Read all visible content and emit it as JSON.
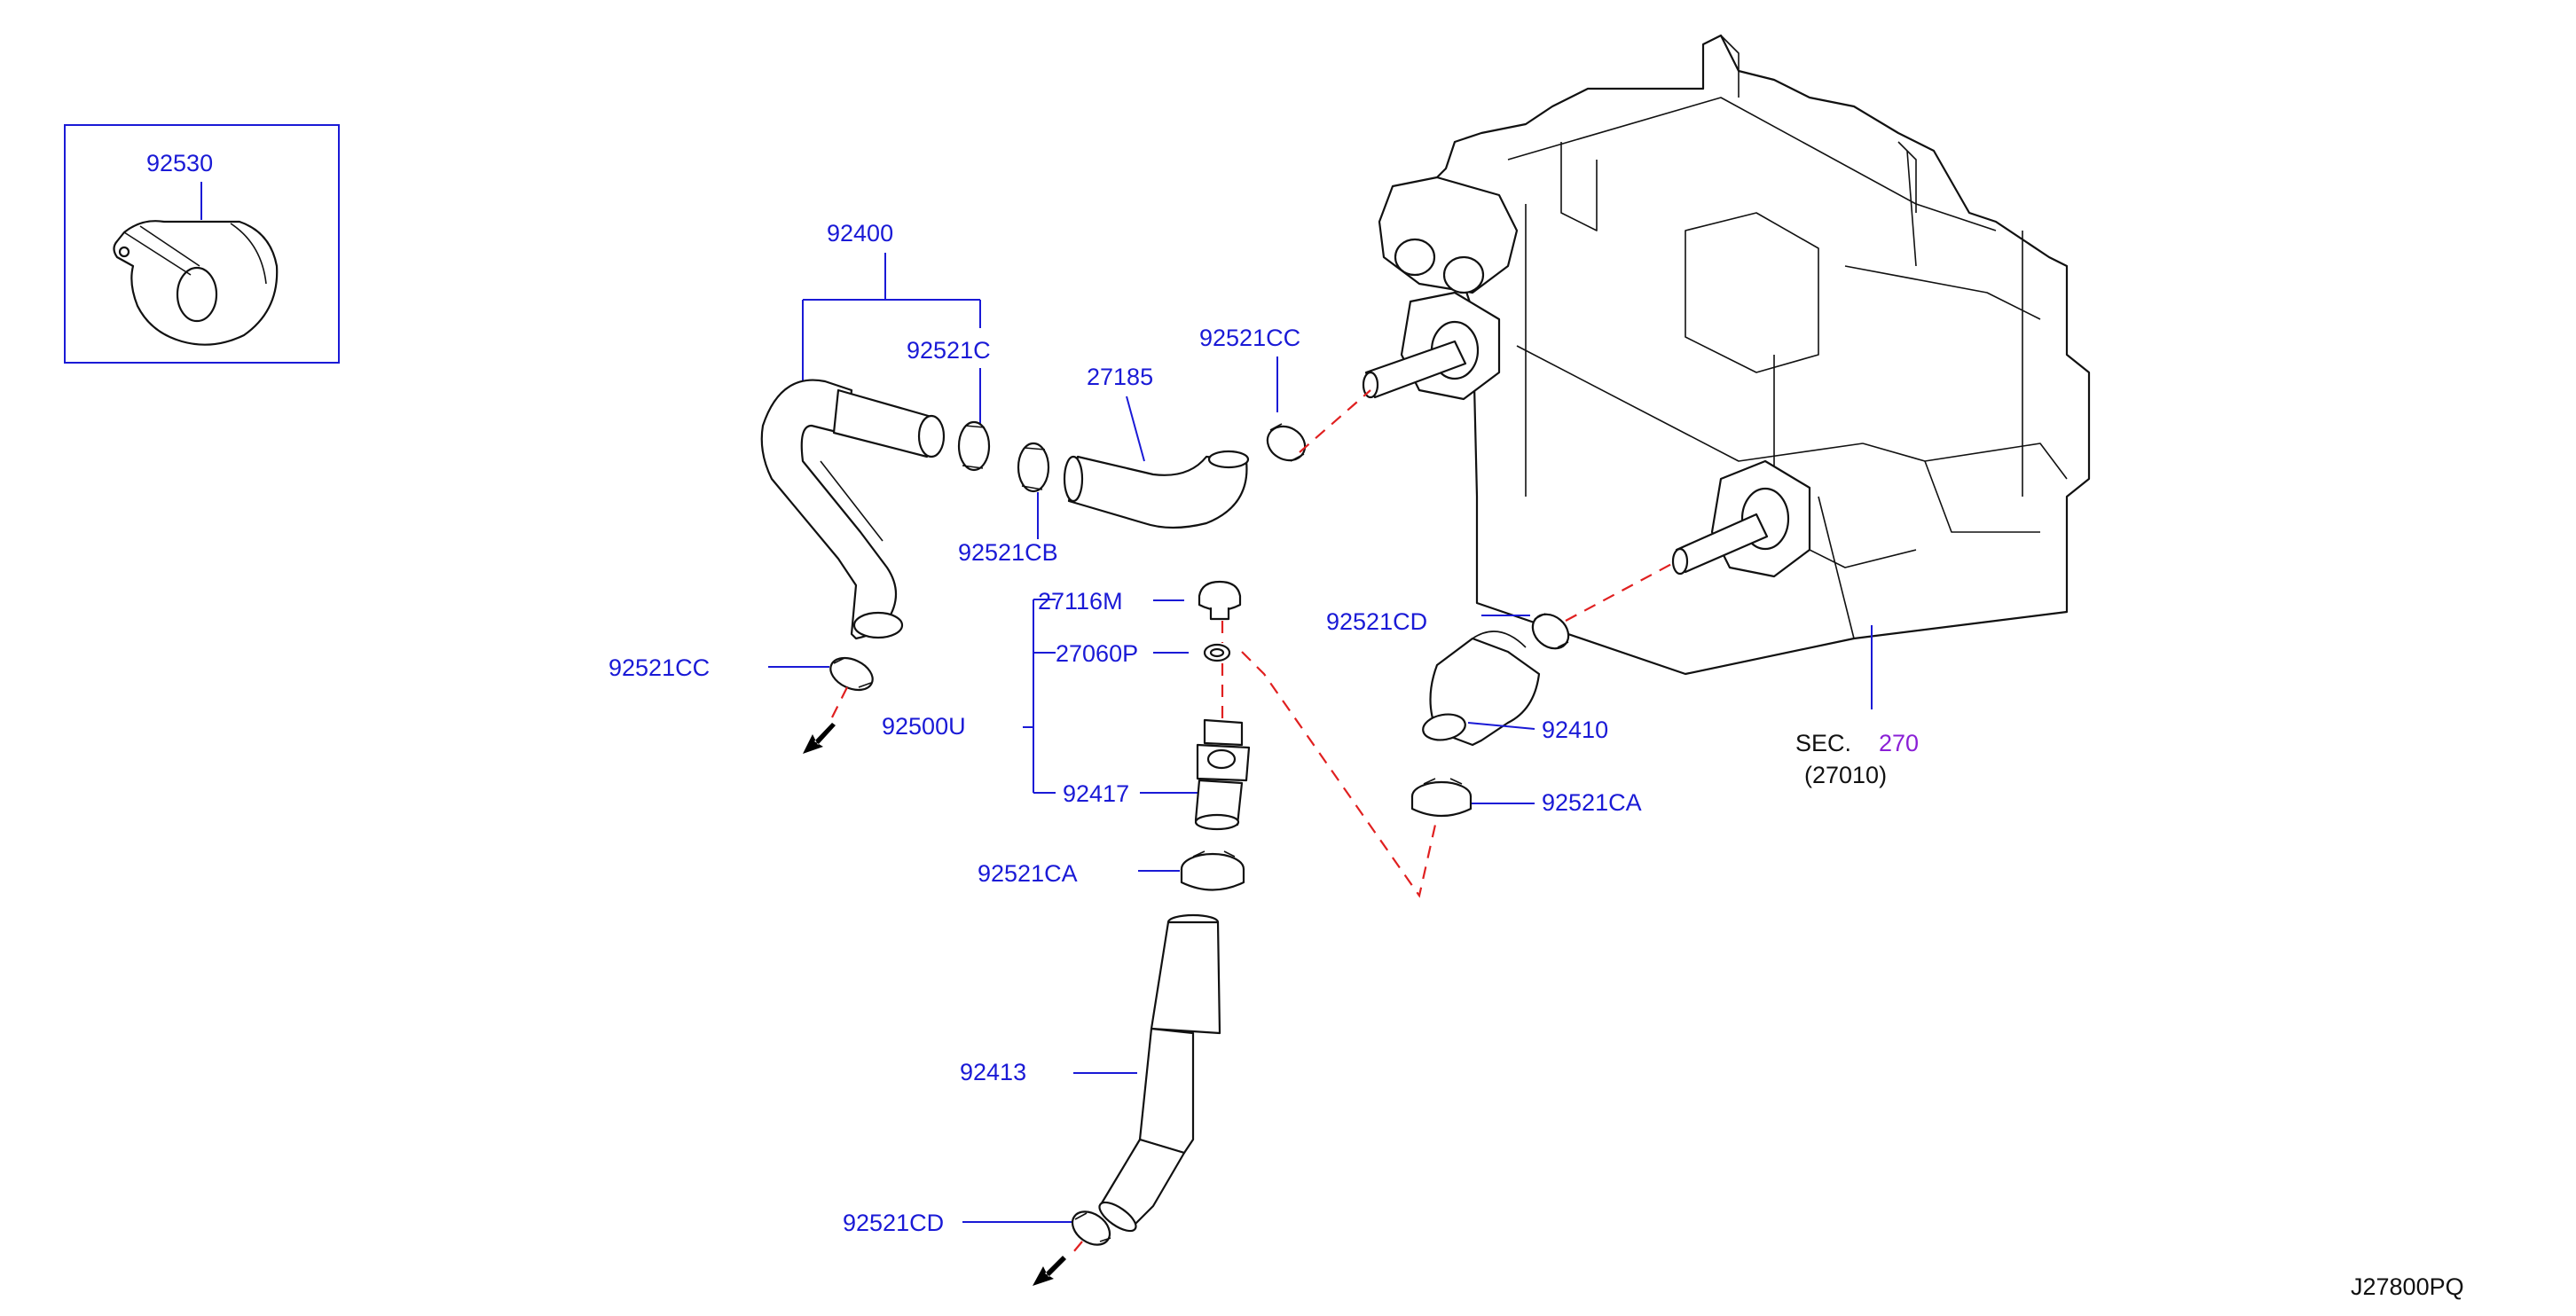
{
  "diagram": {
    "inset_part": "92530",
    "part_labels": {
      "p92400": "92400",
      "p92521C": "92521C",
      "p27185": "27185",
      "p92521CC_top": "92521CC",
      "p92521CB": "92521CB",
      "p92521CC_left": "92521CC",
      "p27116M": "27116M",
      "p27060P": "27060P",
      "p92500U": "92500U",
      "p92417": "92417",
      "p92521CA_left": "92521CA",
      "p92521CD_right": "92521CD",
      "p92410": "92410",
      "p92521CA_right": "92521CA",
      "p92413": "92413",
      "p92521CD_bottom": "92521CD"
    },
    "section_ref": {
      "prefix": "SEC.",
      "number": "270",
      "sub": "(27010)"
    },
    "drawing_code": "J27800PQ"
  },
  "colors": {
    "label": "#1a1ad6",
    "section_number": "#8a1fd6",
    "dashed_connection": "#e02020",
    "line_art": "#111111"
  },
  "icons": {
    "flow_arrow": "arrow-down-left-icon"
  }
}
